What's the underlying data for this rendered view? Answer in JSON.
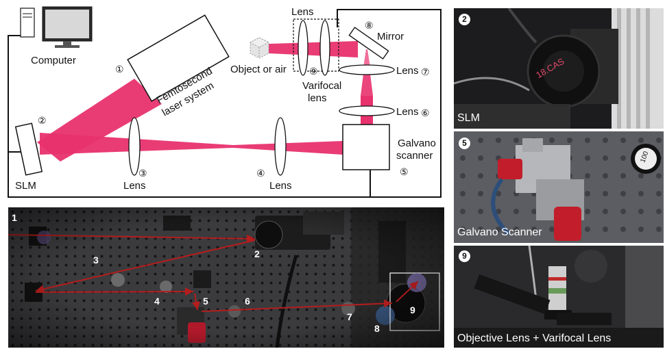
{
  "schematic": {
    "computer": "Computer",
    "laser": [
      "Femtosecond",
      "laser system"
    ],
    "slm": "SLM",
    "lens3": "Lens",
    "lens4": "Lens",
    "galvano": [
      "Galvano",
      "scanner"
    ],
    "lens6": "Lens",
    "lens7": "Lens",
    "mirror": "Mirror",
    "lens_top": "Lens",
    "object": "Object or air",
    "varifocal": [
      "Varifocal",
      "lens"
    ],
    "num1": "①",
    "num2": "②",
    "num3": "③",
    "num4": "④",
    "num5": "⑤",
    "num6": "⑥",
    "num7": "⑦",
    "num8": "⑧",
    "num9": "⑨"
  },
  "photo_bench": {
    "markers": [
      "1",
      "2",
      "3",
      "4",
      "5",
      "6",
      "7",
      "8",
      "9"
    ]
  },
  "photos": {
    "slm": {
      "badge": "2",
      "caption": "SLM",
      "lens_text": "18.CAS"
    },
    "galvano": {
      "badge": "5",
      "caption": "Galvano Scanner",
      "ring_text": "100"
    },
    "objective": {
      "badge": "9",
      "caption": "Objective Lens + Varifocal Lens"
    }
  },
  "colors": {
    "beam": "#e8326e",
    "arrow": "#b51d1d"
  }
}
